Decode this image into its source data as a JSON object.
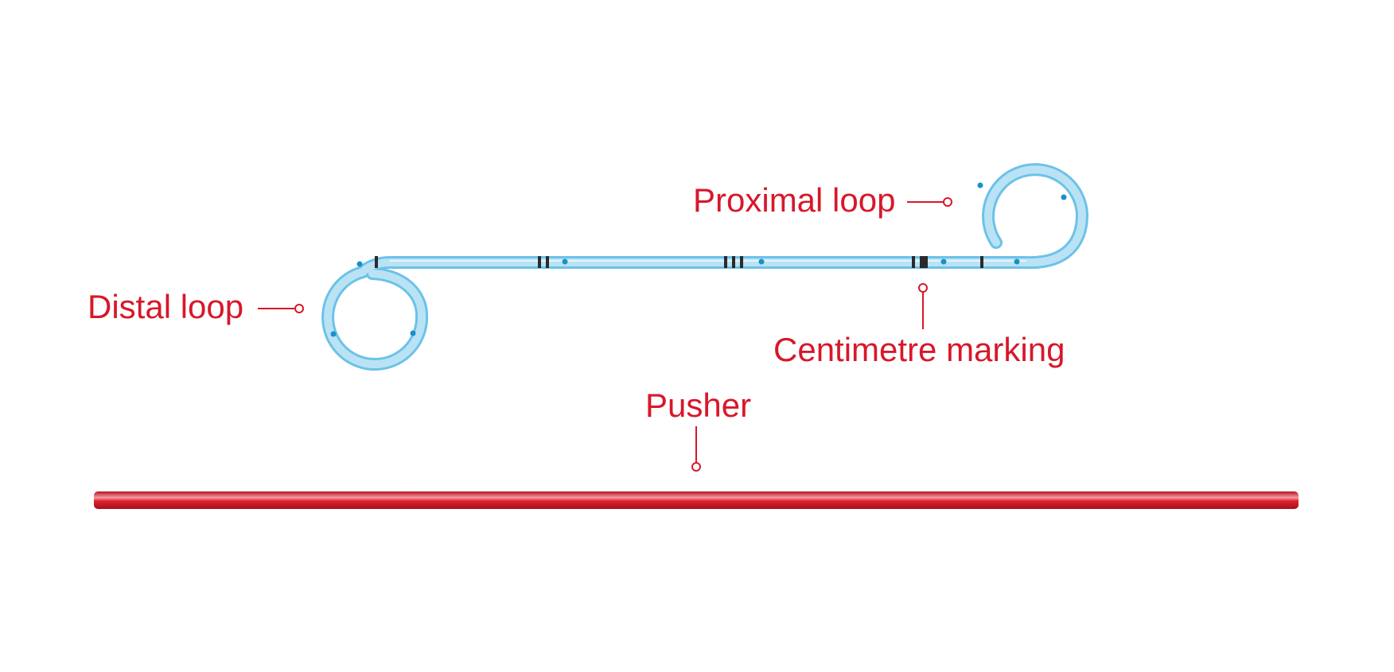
{
  "labels": {
    "distal_loop": "Distal loop",
    "proximal_loop": "Proximal loop",
    "centimetre_marking": "Centimetre marking",
    "pusher": "Pusher"
  },
  "colors": {
    "label_red": "#d7182a",
    "stent_blue": "#a9dcf2",
    "stent_outline": "#6cc2e8",
    "drainage_hole": "#1a8fc8",
    "marking": "#2b2b2b",
    "pusher_red": "#e0202f",
    "pusher_highlight": "#f59aa0"
  }
}
